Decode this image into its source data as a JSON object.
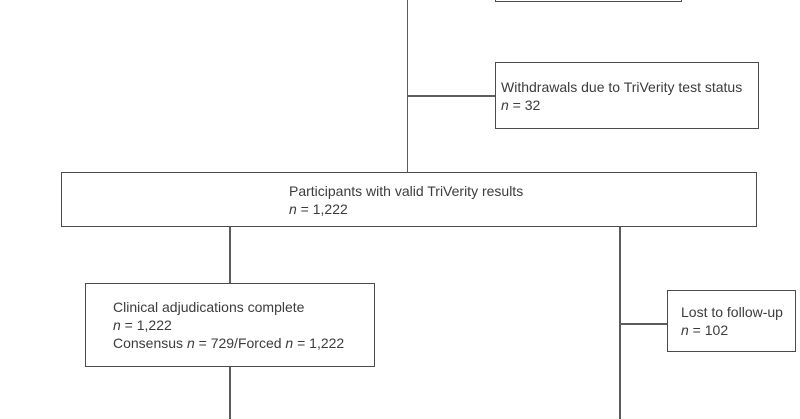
{
  "colors": {
    "background": "#ffffff",
    "box_border": "#4b4b4b",
    "connector": "#5c5c5c",
    "text": "#3b3b3b"
  },
  "flowchart": {
    "description": "Participant flow diagram (CONSORT-style), cropped at top and bottom",
    "withdrawals": {
      "lines": [
        [
          {
            "t": "Withdrawals due to TriVerity test status"
          }
        ],
        [
          {
            "t": "n",
            "i": true
          },
          {
            "t": " = 32"
          }
        ]
      ]
    },
    "participants": {
      "lines": [
        [
          {
            "t": "Participants with valid TriVerity results"
          }
        ],
        [
          {
            "t": "n",
            "i": true
          },
          {
            "t": " = 1,222"
          }
        ]
      ]
    },
    "clinical": {
      "lines": [
        [
          {
            "t": "Clinical adjudications complete"
          }
        ],
        [
          {
            "t": "n",
            "i": true
          },
          {
            "t": " = 1,222"
          }
        ],
        [
          {
            "t": "Consensus "
          },
          {
            "t": "n",
            "i": true
          },
          {
            "t": " = 729/Forced "
          },
          {
            "t": "n",
            "i": true
          },
          {
            "t": " = 1,222"
          }
        ]
      ]
    },
    "lost": {
      "lines": [
        [
          {
            "t": "Lost to follow-up"
          }
        ],
        [
          {
            "t": "n",
            "i": true
          },
          {
            "t": " = 102"
          }
        ]
      ]
    },
    "edges": [
      "offscreen-top -> participants (vertical line at x=407)",
      "main line -> withdrawals (horizontal branch right)",
      "participants -> clinical (left vertical branch)",
      "participants -> offscreen-bottom (right vertical line)",
      "right vertical line -> lost (horizontal branch right)",
      "clinical -> offscreen-bottom (left vertical line)"
    ]
  }
}
